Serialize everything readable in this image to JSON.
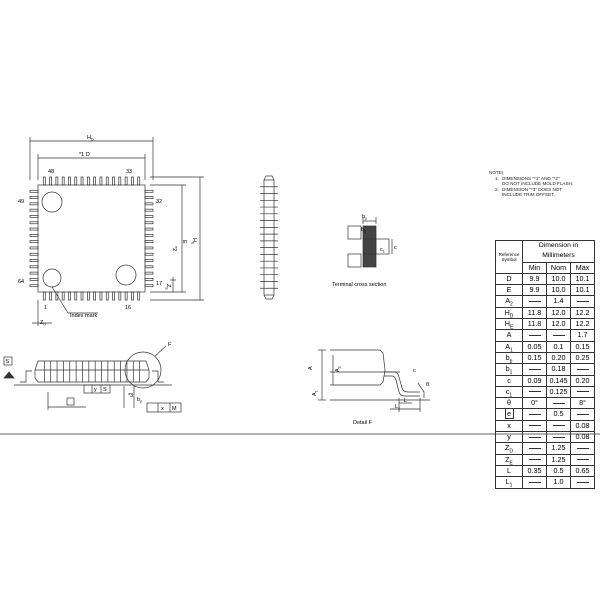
{
  "drawing": {
    "pin_labels": {
      "p48": "48",
      "p33": "33",
      "p32": "32",
      "p49": "49",
      "p64": "64",
      "p1": "1",
      "p16": "16",
      "p17": "17"
    },
    "top_view_dims": {
      "hd": "H",
      "hd_sub": "D",
      "d_label": "*1   D",
      "e_label": "E",
      "e_star": "*2",
      "he": "H",
      "he_sub": "E",
      "zd": "Z",
      "zd_sub": "D",
      "ze": "Z",
      "ze_sub": "E",
      "index_mark": "Index mark"
    },
    "side_view": {
      "f_label": "F",
      "s_datum": "S",
      "y_label": "y",
      "s_ref": "S",
      "star3": "*3",
      "bp": "b",
      "bp_sub": "p",
      "x_label": "x",
      "m_label": "M"
    },
    "terminal_section": {
      "title": "Terminal cross section",
      "bp": "b",
      "bp_sub": "p",
      "b1": "b",
      "b1_sub": "1",
      "c": "c",
      "c1": "c",
      "c1_sub": "1"
    },
    "detail_f": {
      "title": "Detail F",
      "a": "A",
      "a1": "A",
      "a1_sub": "1",
      "a2": "A",
      "a2_sub": "2",
      "c": "c",
      "theta": "θ",
      "l": "L",
      "l1": "L",
      "l1_sub": "1"
    }
  },
  "notes": {
    "heading": "NOTE)",
    "items": [
      {
        "num": "1.",
        "line1": "DIMENSIONS \"*1\" AND \"*2\"",
        "line2": "DO NOT INCLUDE MOLD FLASH."
      },
      {
        "num": "2.",
        "line1": "DIMENSION \"*3\" DOES NOT",
        "line2": "INCLUDE TRIM OFFSET."
      }
    ]
  },
  "table": {
    "ref_header_line1": "Reference",
    "ref_header_line2": "Symbol",
    "dim_header": "Dimension in Millimeters",
    "col_min": "Min",
    "col_nom": "Nom",
    "col_max": "Max",
    "rows": [
      {
        "sym": "D",
        "sub": "",
        "min": "9.9",
        "nom": "10.0",
        "max": "10.1"
      },
      {
        "sym": "E",
        "sub": "",
        "min": "9.9",
        "nom": "10.0",
        "max": "10.1"
      },
      {
        "sym": "A",
        "sub": "2",
        "min": "",
        "nom": "1.4",
        "max": ""
      },
      {
        "sym": "H",
        "sub": "D",
        "min": "11.8",
        "nom": "12.0",
        "max": "12.2"
      },
      {
        "sym": "H",
        "sub": "E",
        "min": "11.8",
        "nom": "12.0",
        "max": "12.2"
      },
      {
        "sym": "A",
        "sub": "",
        "min": "",
        "nom": "",
        "max": "1.7"
      },
      {
        "sym": "A",
        "sub": "1",
        "min": "0.05",
        "nom": "0.1",
        "max": "0.15"
      },
      {
        "sym": "b",
        "sub": "p",
        "min": "0.15",
        "nom": "0.20",
        "max": "0.25"
      },
      {
        "sym": "b",
        "sub": "1",
        "min": "",
        "nom": "0.18",
        "max": ""
      },
      {
        "sym": "c",
        "sub": "",
        "min": "0.09",
        "nom": "0.145",
        "max": "0.20"
      },
      {
        "sym": "c",
        "sub": "1",
        "min": "",
        "nom": "0.125",
        "max": ""
      },
      {
        "sym": "θ",
        "sub": "",
        "min": "0°",
        "nom": "",
        "max": "8°"
      },
      {
        "sym": "e",
        "sub": "",
        "boxed": true,
        "min": "",
        "nom": "0.5",
        "max": ""
      },
      {
        "sym": "x",
        "sub": "",
        "min": "",
        "nom": "",
        "max": "0.08"
      },
      {
        "sym": "y",
        "sub": "",
        "min": "",
        "nom": "",
        "max": "0.08"
      },
      {
        "sym": "Z",
        "sub": "D",
        "min": "",
        "nom": "1.25",
        "max": ""
      },
      {
        "sym": "Z",
        "sub": "E",
        "min": "",
        "nom": "1.25",
        "max": ""
      },
      {
        "sym": "L",
        "sub": "",
        "min": "0.35",
        "nom": "0.5",
        "max": "0.65"
      },
      {
        "sym": "L",
        "sub": "1",
        "min": "",
        "nom": "1.0",
        "max": ""
      }
    ]
  }
}
